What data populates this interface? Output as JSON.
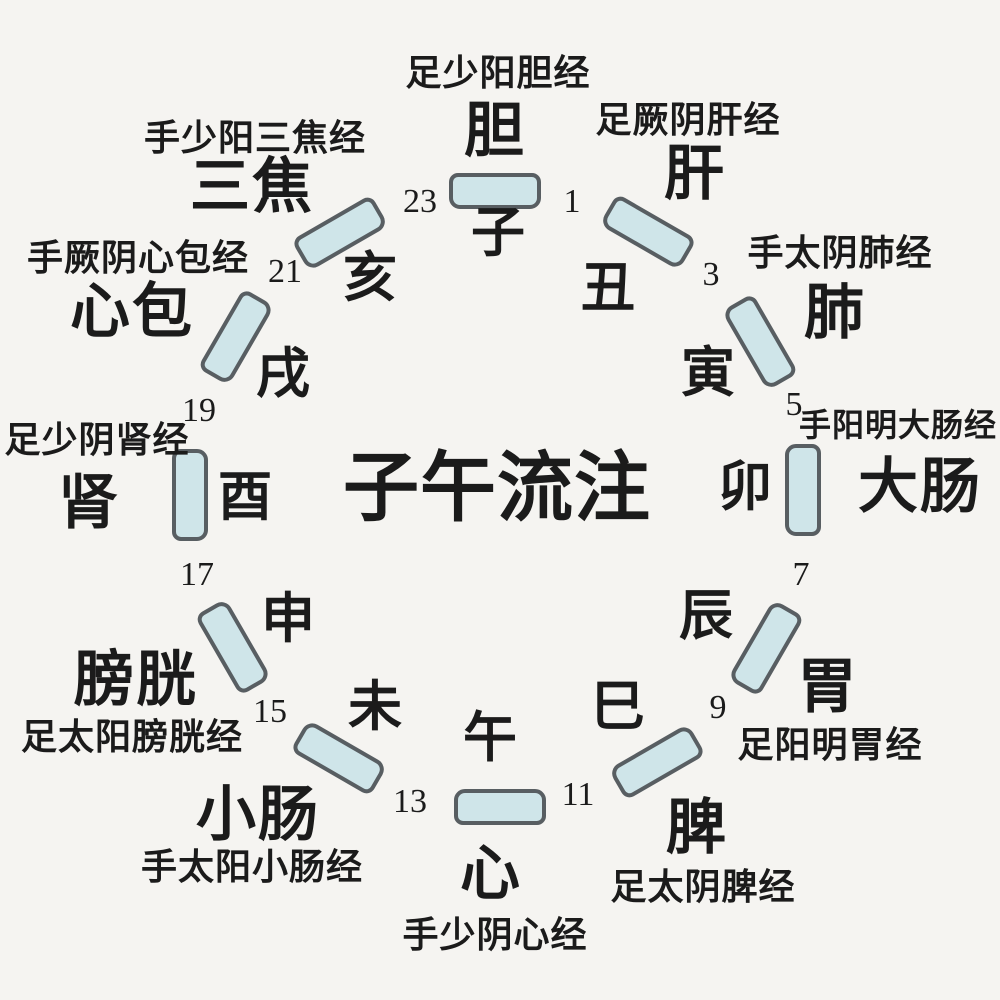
{
  "colors": {
    "background": "#f5f4f1",
    "segment_fill": "#cfe5e9",
    "segment_border": "#585e62",
    "text": "#1b1b1b"
  },
  "wheel": {
    "center_title": "子午流注",
    "hours": [
      "23",
      "1",
      "3",
      "5",
      "7",
      "9",
      "11",
      "13",
      "15",
      "17",
      "19",
      "21"
    ],
    "spokes": [
      {
        "branch": "子",
        "organ": "胆",
        "meridian": "足少阳胆经"
      },
      {
        "branch": "丑",
        "organ": "肝",
        "meridian": "足厥阴肝经"
      },
      {
        "branch": "寅",
        "organ": "肺",
        "meridian": "手太阴肺经"
      },
      {
        "branch": "卯",
        "organ": "大肠",
        "meridian": "手阳明大肠经"
      },
      {
        "branch": "辰",
        "organ": "胃",
        "meridian": "足阳明胃经"
      },
      {
        "branch": "巳",
        "organ": "脾",
        "meridian": "足太阴脾经"
      },
      {
        "branch": "午",
        "organ": "心",
        "meridian": "手少阴心经"
      },
      {
        "branch": "未",
        "organ": "小肠",
        "meridian": "手太阳小肠经"
      },
      {
        "branch": "申",
        "organ": "膀胱",
        "meridian": "足太阳膀胱经"
      },
      {
        "branch": "酉",
        "organ": "肾",
        "meridian": "足少阴肾经"
      },
      {
        "branch": "戌",
        "organ": "心包",
        "meridian": "手厥阴心包经"
      },
      {
        "branch": "亥",
        "organ": "三焦",
        "meridian": "手少阳三焦经"
      }
    ]
  }
}
